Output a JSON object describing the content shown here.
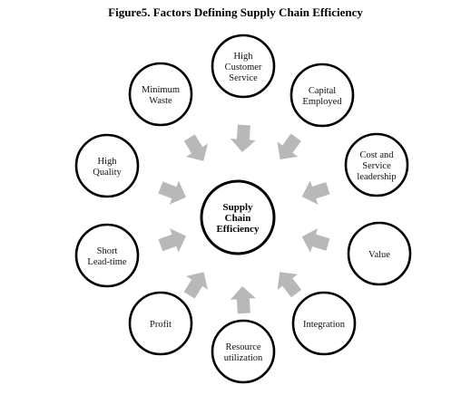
{
  "title": "Figure5. Factors Defining Supply Chain Efficiency",
  "center": {
    "label_lines": [
      "Supply",
      "Chain",
      "Efficiency"
    ]
  },
  "factors": [
    {
      "id": "high-customer-service",
      "lines": [
        "High",
        "Customer",
        "Service"
      ]
    },
    {
      "id": "capital-employed",
      "lines": [
        "Capital",
        "Employed"
      ]
    },
    {
      "id": "cost-and-service-leadership",
      "lines": [
        "Cost and",
        "Service",
        "leadership"
      ]
    },
    {
      "id": "value",
      "lines": [
        "Value"
      ]
    },
    {
      "id": "integration",
      "lines": [
        "Integration"
      ]
    },
    {
      "id": "resource-utilization",
      "lines": [
        "Resource",
        "utilization"
      ]
    },
    {
      "id": "profit",
      "lines": [
        "Profit"
      ]
    },
    {
      "id": "short-lead-time",
      "lines": [
        "Short",
        "Lead-time"
      ]
    },
    {
      "id": "high-quality",
      "lines": [
        "High",
        "Quality"
      ]
    },
    {
      "id": "minimum-waste",
      "lines": [
        "Minimum",
        "Waste"
      ]
    }
  ],
  "colors": {
    "circle_stroke": "#000000",
    "arrow_fill": "#b8b8b8",
    "background": "#ffffff"
  }
}
